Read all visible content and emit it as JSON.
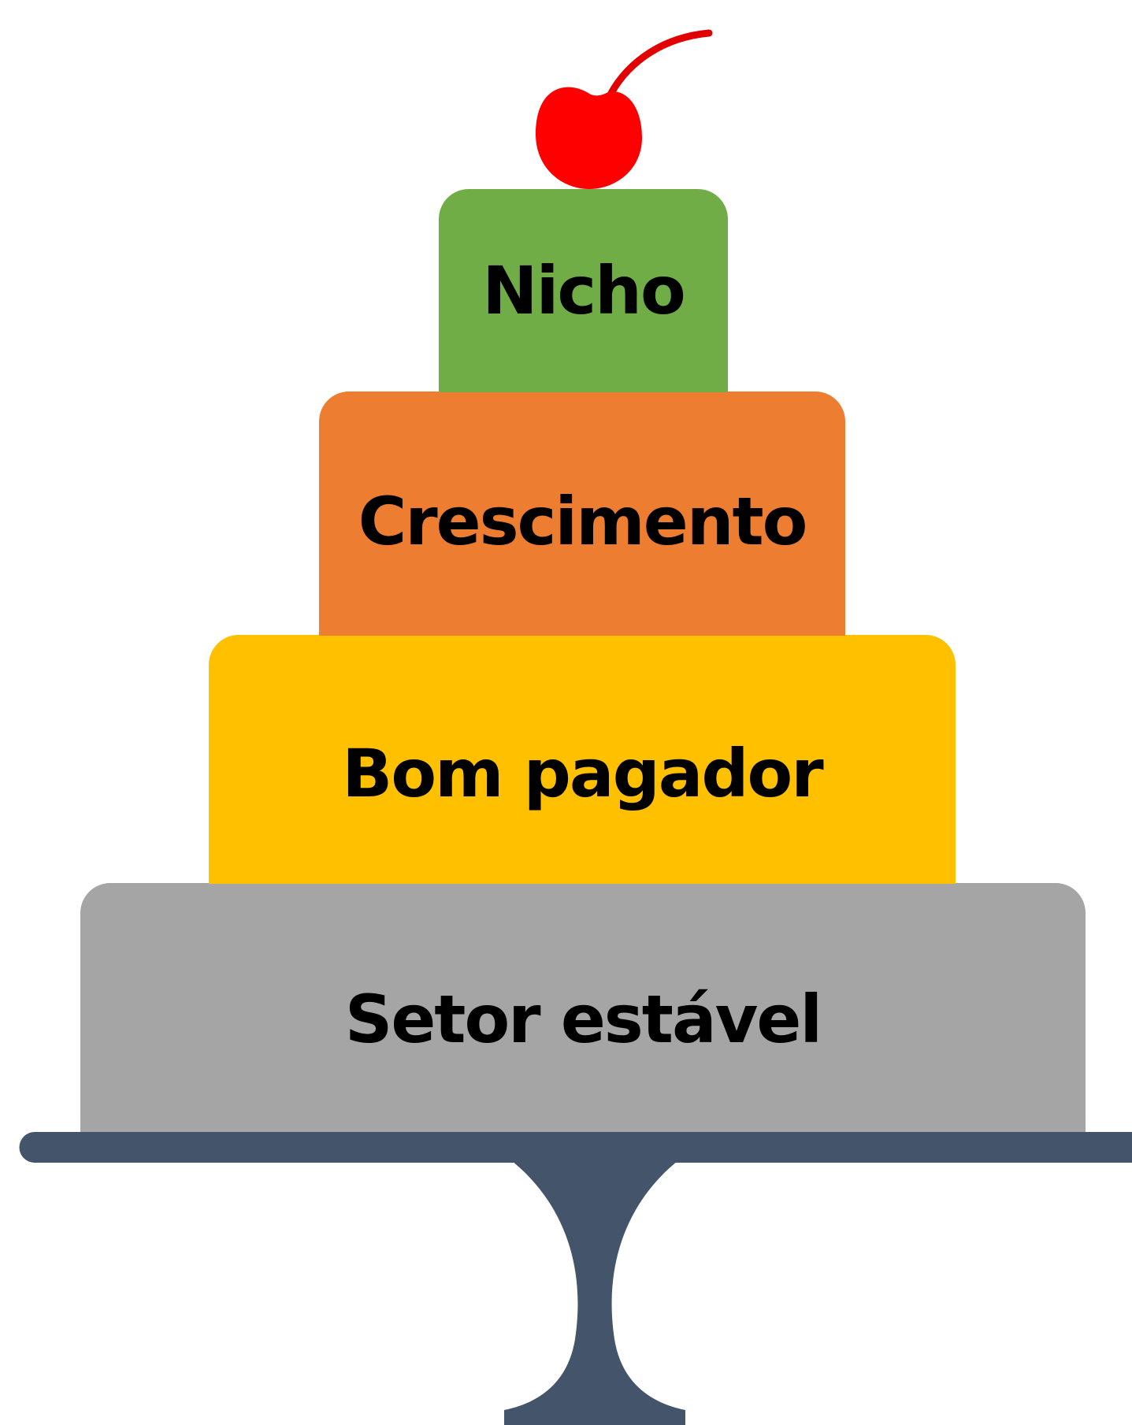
{
  "tiers": {
    "top": {
      "label": "Nicho",
      "color": "#70ad47"
    },
    "second": {
      "label": "Crescimento",
      "color": "#ed7d31"
    },
    "third": {
      "label": "Bom pagador",
      "color": "#ffc000"
    },
    "bottom": {
      "label": "Setor estável",
      "color": "#a5a5a5"
    }
  },
  "colors": {
    "cherry": "#ff0000",
    "cherry_stem": "#e00000",
    "stand": "#44546a"
  },
  "icons": {
    "cherry": "cherry-icon",
    "stand": "cake-stand"
  }
}
